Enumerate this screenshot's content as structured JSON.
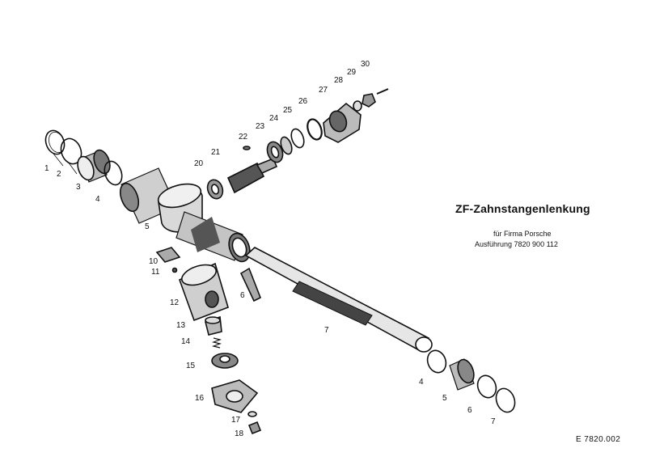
{
  "title": "ZF-Zahnstangenlenkung",
  "subtitle": "für Firma Porsche",
  "variant": "Ausführung 7820 900 112",
  "drawing_code": "E 7820.002",
  "callouts": [
    "1",
    "2",
    "3",
    "4",
    "5",
    "6",
    "7",
    "10",
    "11",
    "12",
    "13",
    "14",
    "15",
    "16",
    "17",
    "18",
    "20",
    "21",
    "22",
    "23",
    "24",
    "25",
    "26",
    "27",
    "28",
    "29",
    "30",
    "4",
    "5",
    "6",
    "7"
  ]
}
